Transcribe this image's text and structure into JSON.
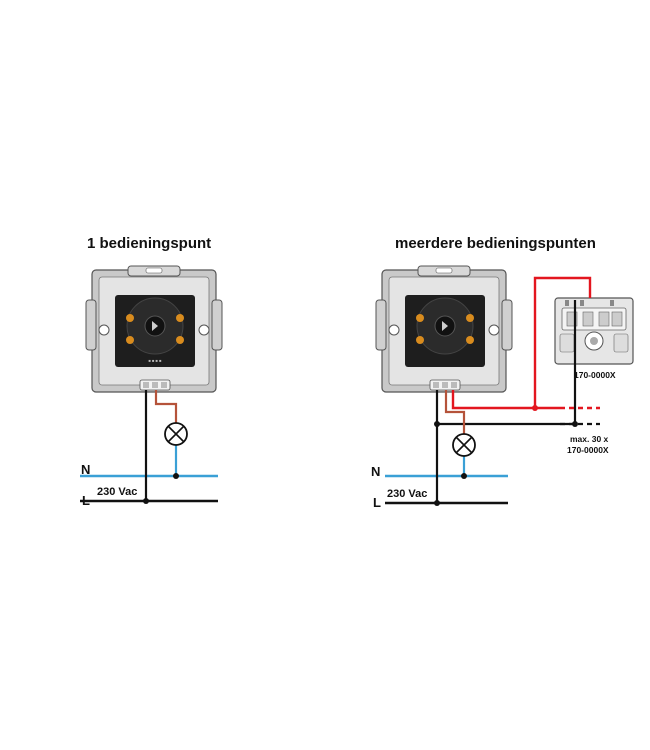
{
  "left": {
    "title": "1 bedieningspunt",
    "n_label": "N",
    "l_label": "L",
    "voltage": "230 Vac"
  },
  "right": {
    "title": "meerdere bedieningspunten",
    "n_label": "N",
    "l_label": "L",
    "voltage": "230 Vac",
    "extension_label": "170-0000X",
    "max_line1": "max. 30 x",
    "max_line2": "170-0000X"
  },
  "colors": {
    "neutral_wire": "#3aa0d6",
    "live_wire": "#111111",
    "control_wire_red": "#e3161f",
    "load_wire": "#b5533a",
    "frame_gray": "#b3b3b3",
    "knob_dark": "#2a2a2a",
    "accent_orange": "#d98c1e"
  },
  "icons": [
    "dimmer-mechanism-icon",
    "lamp-icon",
    "extension-unit-icon"
  ]
}
